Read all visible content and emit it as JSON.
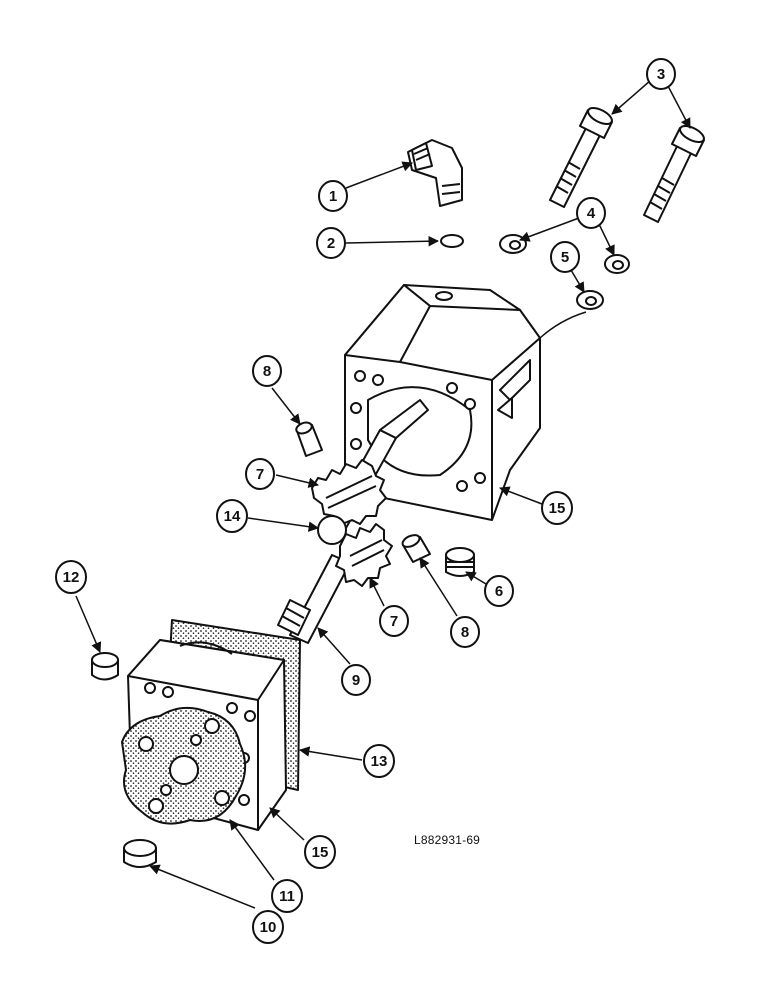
{
  "diagram": {
    "drawing_code": "L882931-69",
    "ink_color": "#111111",
    "paper_color": "#ffffff",
    "callouts": [
      {
        "id": "c1",
        "label": "1"
      },
      {
        "id": "c2",
        "label": "2"
      },
      {
        "id": "c3",
        "label": "3"
      },
      {
        "id": "c4",
        "label": "4"
      },
      {
        "id": "c5",
        "label": "5"
      },
      {
        "id": "c6",
        "label": "6"
      },
      {
        "id": "c7a",
        "label": "7"
      },
      {
        "id": "c7b",
        "label": "7"
      },
      {
        "id": "c8a",
        "label": "8"
      },
      {
        "id": "c8b",
        "label": "8"
      },
      {
        "id": "c9",
        "label": "9"
      },
      {
        "id": "c10",
        "label": "10"
      },
      {
        "id": "c11",
        "label": "11"
      },
      {
        "id": "c12",
        "label": "12"
      },
      {
        "id": "c13",
        "label": "13"
      },
      {
        "id": "c14",
        "label": "14"
      },
      {
        "id": "c15a",
        "label": "15"
      },
      {
        "id": "c15b",
        "label": "15"
      }
    ]
  }
}
